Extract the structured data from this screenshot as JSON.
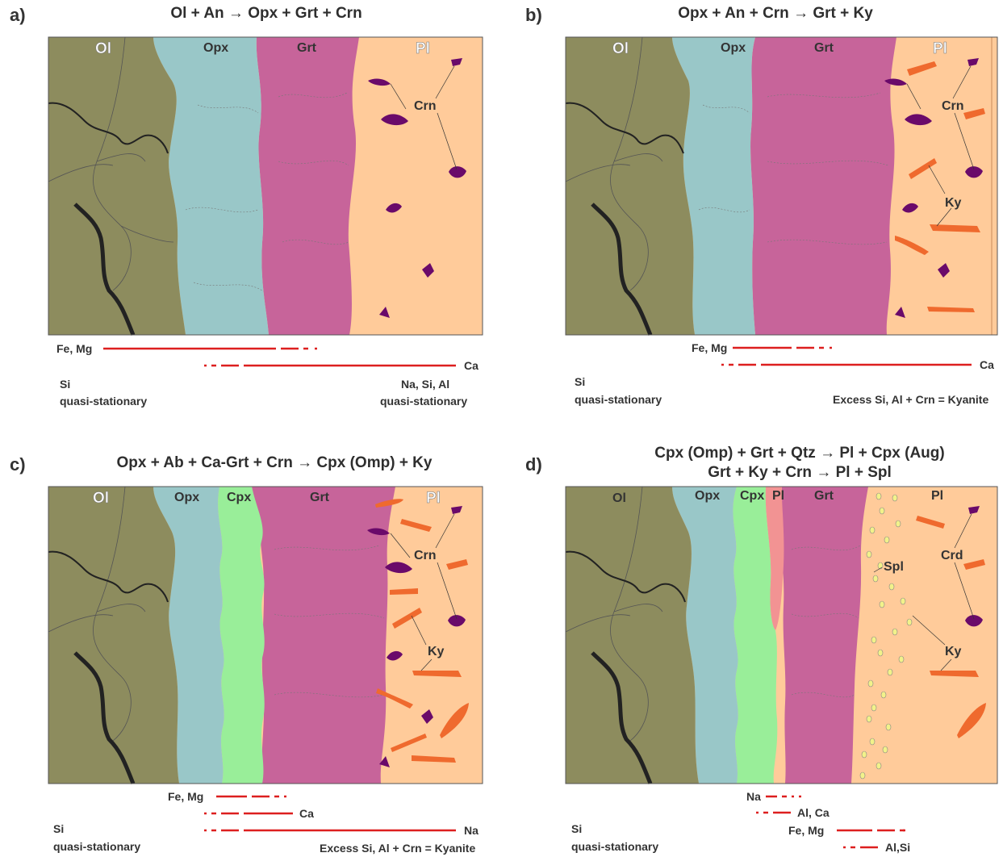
{
  "colors": {
    "ol": "#8d8c5e",
    "opx": "#99c7c8",
    "cpx": "#99ee99",
    "grt": "#c7649a",
    "pl_light": "#ffcb9a",
    "pl_pink": "#f29393",
    "crn": "#6a0a6a",
    "ky": "#ef6a2e",
    "spl": "#f2f28a",
    "flux": "#dd1f1f"
  },
  "panels": [
    {
      "id": "a",
      "label": "a)",
      "title": "Ol + An → Opx + Grt + Crn",
      "minerals": [
        "Ol",
        "Opx",
        "Grt",
        "Pl"
      ],
      "annotations": [
        "Crn"
      ],
      "flux": [
        {
          "text": "Fe, Mg"
        },
        {
          "text": "Ca"
        },
        {
          "text": "Si"
        },
        {
          "text": "quasi-stationary"
        },
        {
          "text": "Na, Si, Al"
        },
        {
          "text": "quasi-stationary"
        }
      ]
    },
    {
      "id": "b",
      "label": "b)",
      "title": "Opx + An + Crn → Grt + Ky",
      "minerals": [
        "Ol",
        "Opx",
        "Grt",
        "Pl"
      ],
      "annotations": [
        "Crn",
        "Ky"
      ],
      "flux": [
        {
          "text": "Fe, Mg"
        },
        {
          "text": "Ca"
        },
        {
          "text": "Si"
        },
        {
          "text": "quasi-stationary"
        },
        {
          "text": "Excess Si, Al + Crn = Kyanite"
        }
      ]
    },
    {
      "id": "c",
      "label": "c)",
      "title": "Opx + Ab + Ca-Grt + Crn → Cpx (Omp) + Ky",
      "minerals": [
        "Ol",
        "Opx",
        "Cpx",
        "Grt",
        "Pl"
      ],
      "annotations": [
        "Crn",
        "Ky"
      ],
      "flux": [
        {
          "text": "Fe, Mg"
        },
        {
          "text": "Ca"
        },
        {
          "text": "Na"
        },
        {
          "text": "Si"
        },
        {
          "text": "quasi-stationary"
        },
        {
          "text": "Excess Si, Al + Crn = Kyanite"
        }
      ]
    },
    {
      "id": "d",
      "label": "d)",
      "title": "Cpx (Omp) + Grt + Qtz → Pl + Cpx (Aug)",
      "title2": "Grt + Ky + Crn → Pl + Spl",
      "minerals": [
        "Ol",
        "Opx",
        "Cpx",
        "Pl",
        "Grt",
        "Pl"
      ],
      "annotations": [
        "Spl",
        "Crd",
        "Ky"
      ],
      "flux": [
        {
          "text": "Na"
        },
        {
          "text": "Al, Ca"
        },
        {
          "text": "Fe, Mg"
        },
        {
          "text": "Al,Si"
        },
        {
          "text": "Si"
        },
        {
          "text": "quasi-stationary"
        }
      ]
    }
  ]
}
